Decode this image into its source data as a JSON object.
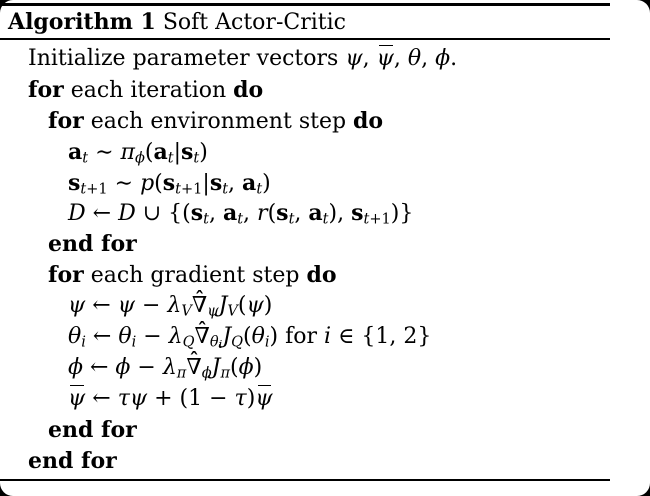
{
  "figure": {
    "kind": "algorithm-pseudocode",
    "colors": {
      "text": "#000000",
      "page_background": "#ffffff",
      "surround": "#000000"
    },
    "title_segments": [
      {
        "t": "Algorithm 1",
        "s": "bf"
      },
      {
        "t": " Soft Actor-Critic",
        "s": "rm"
      }
    ],
    "lines": [
      {
        "indent": 1,
        "segs": [
          {
            "t": "Initialize parameter vectors ",
            "s": "rm"
          },
          {
            "t": "ψ",
            "s": "it"
          },
          {
            "t": ", ",
            "s": "rm"
          },
          {
            "t": "ψ",
            "s": "it ov"
          },
          {
            "t": ", ",
            "s": "rm"
          },
          {
            "t": "θ",
            "s": "it"
          },
          {
            "t": ", ",
            "s": "rm"
          },
          {
            "t": "ϕ",
            "s": "it"
          },
          {
            "t": ".",
            "s": "rm"
          }
        ]
      },
      {
        "indent": 1,
        "segs": [
          {
            "t": "for",
            "s": "bf"
          },
          {
            "t": " each iteration ",
            "s": "rm"
          },
          {
            "t": "do",
            "s": "bf"
          }
        ]
      },
      {
        "indent": 2,
        "segs": [
          {
            "t": "for",
            "s": "bf"
          },
          {
            "t": " each environment step ",
            "s": "rm"
          },
          {
            "t": "do",
            "s": "bf"
          }
        ]
      },
      {
        "indent": 3,
        "segs": [
          {
            "t": "a",
            "s": "mbf"
          },
          {
            "t": "t",
            "s": "sub it"
          },
          {
            "t": " ∼ ",
            "s": "rm"
          },
          {
            "t": "π",
            "s": "it"
          },
          {
            "t": "ϕ",
            "s": "sub it"
          },
          {
            "t": "(",
            "s": "rm"
          },
          {
            "t": "a",
            "s": "mbf"
          },
          {
            "t": "t",
            "s": "sub it"
          },
          {
            "t": "|",
            "s": "rm"
          },
          {
            "t": "s",
            "s": "mbf"
          },
          {
            "t": "t",
            "s": "sub it"
          },
          {
            "t": ")",
            "s": "rm"
          }
        ]
      },
      {
        "indent": 3,
        "segs": [
          {
            "t": "s",
            "s": "mbf"
          },
          {
            "t": "t",
            "s": "sub it"
          },
          {
            "t": "+1",
            "s": "sub rm"
          },
          {
            "t": " ∼ ",
            "s": "rm"
          },
          {
            "t": "p",
            "s": "it"
          },
          {
            "t": "(",
            "s": "rm"
          },
          {
            "t": "s",
            "s": "mbf"
          },
          {
            "t": "t",
            "s": "sub it"
          },
          {
            "t": "+1",
            "s": "sub rm"
          },
          {
            "t": "|",
            "s": "rm"
          },
          {
            "t": "s",
            "s": "mbf"
          },
          {
            "t": "t",
            "s": "sub it"
          },
          {
            "t": ", ",
            "s": "rm"
          },
          {
            "t": "a",
            "s": "mbf"
          },
          {
            "t": "t",
            "s": "sub it"
          },
          {
            "t": ")",
            "s": "rm"
          }
        ]
      },
      {
        "indent": 3,
        "segs": [
          {
            "t": "D",
            "s": "cal"
          },
          {
            "t": " ← ",
            "s": "rm"
          },
          {
            "t": "D",
            "s": "cal"
          },
          {
            "t": " ∪ {(",
            "s": "rm"
          },
          {
            "t": "s",
            "s": "mbf"
          },
          {
            "t": "t",
            "s": "sub it"
          },
          {
            "t": ", ",
            "s": "rm"
          },
          {
            "t": "a",
            "s": "mbf"
          },
          {
            "t": "t",
            "s": "sub it"
          },
          {
            "t": ", ",
            "s": "rm"
          },
          {
            "t": "r",
            "s": "it"
          },
          {
            "t": "(",
            "s": "rm"
          },
          {
            "t": "s",
            "s": "mbf"
          },
          {
            "t": "t",
            "s": "sub it"
          },
          {
            "t": ", ",
            "s": "rm"
          },
          {
            "t": "a",
            "s": "mbf"
          },
          {
            "t": "t",
            "s": "sub it"
          },
          {
            "t": ")",
            "s": "rm"
          },
          {
            "t": ", ",
            "s": "rm"
          },
          {
            "t": "s",
            "s": "mbf"
          },
          {
            "t": "t",
            "s": "sub it"
          },
          {
            "t": "+1",
            "s": "sub rm"
          },
          {
            "t": ")}",
            "s": "rm"
          }
        ]
      },
      {
        "indent": 2,
        "segs": [
          {
            "t": "end for",
            "s": "bf"
          }
        ]
      },
      {
        "indent": 2,
        "segs": [
          {
            "t": "for",
            "s": "bf"
          },
          {
            "t": " each gradient step ",
            "s": "rm"
          },
          {
            "t": "do",
            "s": "bf"
          }
        ]
      },
      {
        "indent": 3,
        "segs": [
          {
            "t": "ψ",
            "s": "it"
          },
          {
            "t": " ← ",
            "s": "rm"
          },
          {
            "t": "ψ",
            "s": "it"
          },
          {
            "t": " − ",
            "s": "rm"
          },
          {
            "t": "λ",
            "s": "it"
          },
          {
            "t": "V",
            "s": "sub it"
          },
          {
            "t": "∇",
            "s": "rm",
            "acc": "ˆ"
          },
          {
            "t": "ψ",
            "s": "sub it"
          },
          {
            "t": "J",
            "s": "it"
          },
          {
            "t": "V",
            "s": "sub it"
          },
          {
            "t": "(",
            "s": "rm"
          },
          {
            "t": "ψ",
            "s": "it"
          },
          {
            "t": ")",
            "s": "rm"
          }
        ]
      },
      {
        "indent": 3,
        "segs": [
          {
            "t": "θ",
            "s": "it"
          },
          {
            "t": "i",
            "s": "sub it"
          },
          {
            "t": " ← ",
            "s": "rm"
          },
          {
            "t": "θ",
            "s": "it"
          },
          {
            "t": "i",
            "s": "sub it"
          },
          {
            "t": " − ",
            "s": "rm"
          },
          {
            "t": "λ",
            "s": "it"
          },
          {
            "t": "Q",
            "s": "sub it"
          },
          {
            "t": "∇",
            "s": "rm",
            "acc": "ˆ"
          },
          {
            "t": "θ",
            "s": "sub it"
          },
          {
            "t": "i",
            "s": "ssub"
          },
          {
            "t": "J",
            "s": "it"
          },
          {
            "t": "Q",
            "s": "sub it"
          },
          {
            "t": "(",
            "s": "rm"
          },
          {
            "t": "θ",
            "s": "it"
          },
          {
            "t": "i",
            "s": "sub it"
          },
          {
            "t": ") for ",
            "s": "rm"
          },
          {
            "t": "i",
            "s": "it"
          },
          {
            "t": " ∈ {1, 2}",
            "s": "rm"
          }
        ]
      },
      {
        "indent": 3,
        "segs": [
          {
            "t": "ϕ",
            "s": "it"
          },
          {
            "t": " ← ",
            "s": "rm"
          },
          {
            "t": "ϕ",
            "s": "it"
          },
          {
            "t": " − ",
            "s": "rm"
          },
          {
            "t": "λ",
            "s": "it"
          },
          {
            "t": "π",
            "s": "sub it"
          },
          {
            "t": "∇",
            "s": "rm",
            "acc": "ˆ"
          },
          {
            "t": "ϕ",
            "s": "sub it"
          },
          {
            "t": "J",
            "s": "it"
          },
          {
            "t": "π",
            "s": "sub it"
          },
          {
            "t": "(",
            "s": "rm"
          },
          {
            "t": "ϕ",
            "s": "it"
          },
          {
            "t": ")",
            "s": "rm"
          }
        ]
      },
      {
        "indent": 3,
        "segs": [
          {
            "t": "ψ",
            "s": "it ov"
          },
          {
            "t": " ← ",
            "s": "rm"
          },
          {
            "t": "τψ",
            "s": "it"
          },
          {
            "t": " + (1 − ",
            "s": "rm"
          },
          {
            "t": "τ",
            "s": "it"
          },
          {
            "t": ")",
            "s": "rm"
          },
          {
            "t": "ψ",
            "s": "it ov"
          }
        ]
      },
      {
        "indent": 2,
        "segs": [
          {
            "t": "end for",
            "s": "bf"
          }
        ]
      },
      {
        "indent": 1,
        "segs": [
          {
            "t": "end for",
            "s": "bf"
          }
        ]
      }
    ]
  }
}
